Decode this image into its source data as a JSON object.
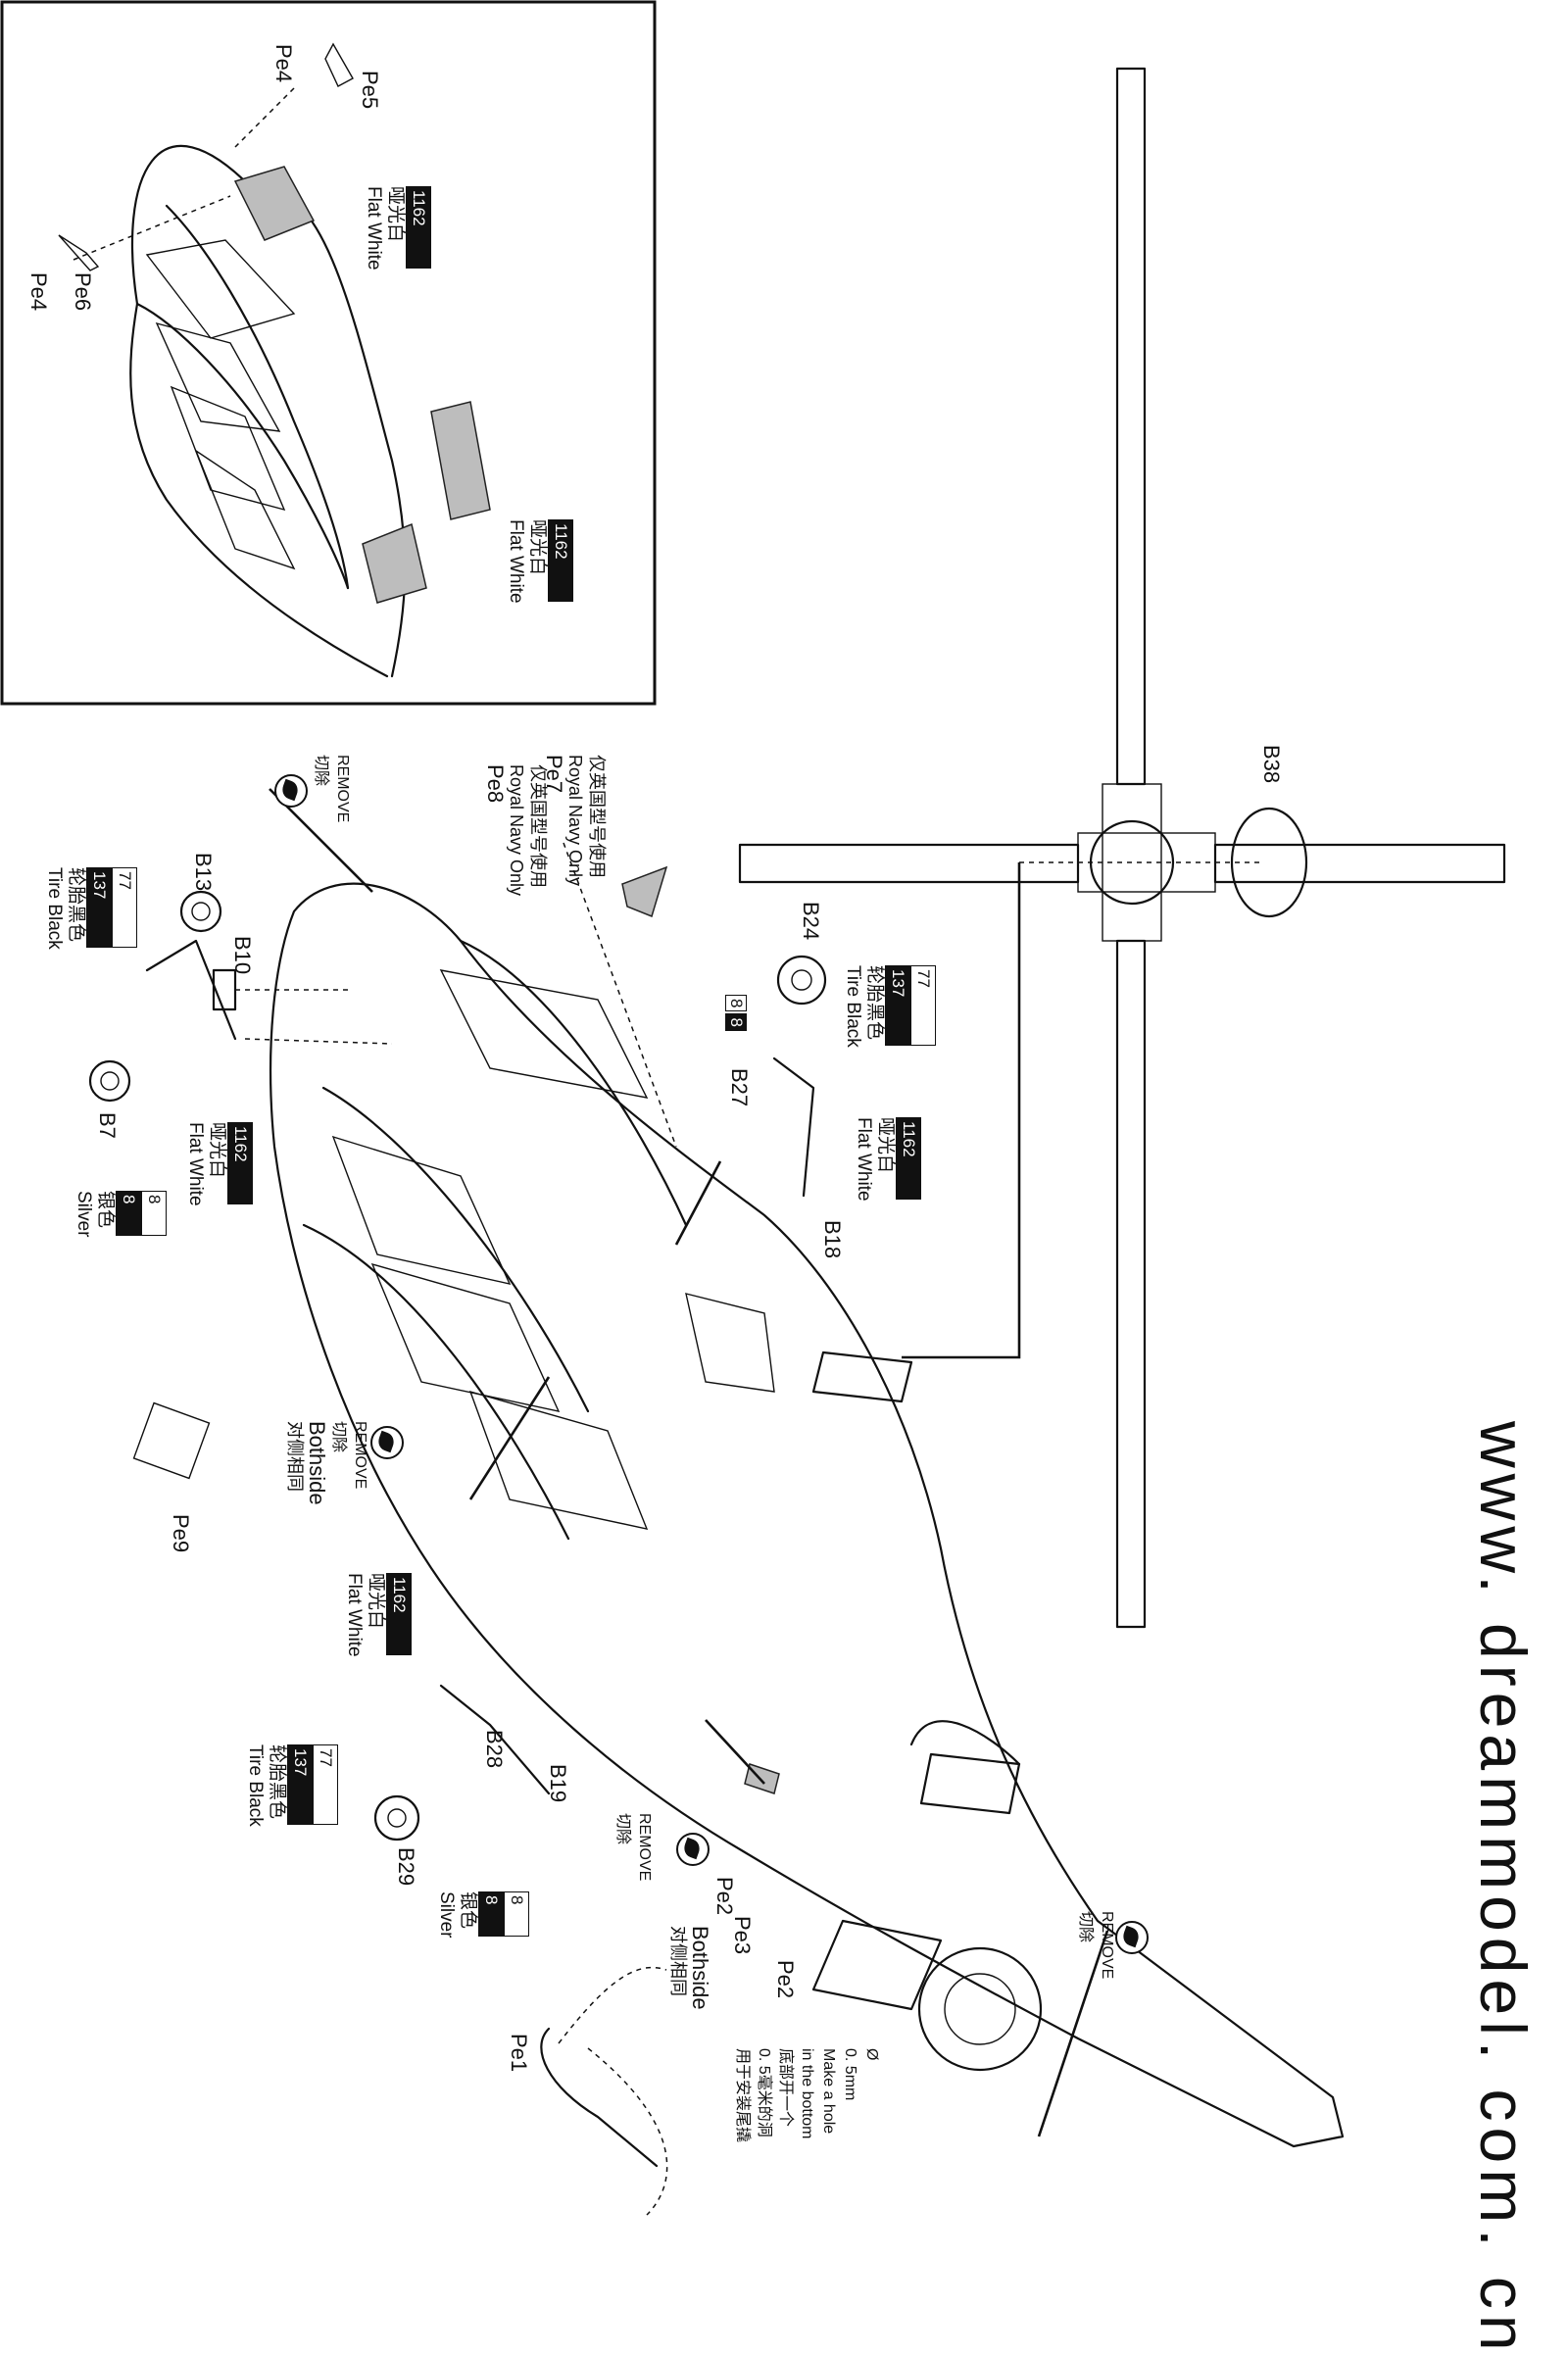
{
  "website": "www. dreammodel. com. cn",
  "parts": {
    "pe1": "Pe1",
    "pe2": "Pe2",
    "pe3": "Pe3",
    "pe4": "Pe4",
    "pe5": "Pe5",
    "pe6": "Pe6",
    "pe7": "Pe7",
    "pe8": "Pe8",
    "pe9": "Pe9",
    "b7": "B7",
    "b10": "B10",
    "b13": "B13",
    "b18": "B18",
    "b19": "B19",
    "b24": "B24",
    "b27": "B27",
    "b28": "B28",
    "b29": "B29",
    "b38": "B38"
  },
  "paints": {
    "flat_white": {
      "code": "1162",
      "cn": "哑光白",
      "en": "Flat White"
    },
    "tire_black": {
      "code_a": "77",
      "code_b": "137",
      "cn": "轮胎黑色",
      "en": "Tire Black"
    },
    "silver": {
      "code_a": "8",
      "code_b": "8",
      "cn": "银色",
      "en": "Silver"
    }
  },
  "notes": {
    "remove_en": "REMOVE",
    "remove_cn": "切除",
    "bothside_en": "Bothside",
    "bothside_cn": "对侧相同",
    "royal_navy_cn": "仅英国型号使用",
    "royal_navy_en": "Royal Navy Only",
    "hole_size": "0. 5mm",
    "hole_en_1": "Make a hole",
    "hole_en_2": "in the bottom",
    "hole_cn_1": "底部开一个",
    "hole_cn_2": "0. 5毫米的洞",
    "hole_cn_3": "用于安装尾撬"
  },
  "icons": [
    "remove-icon",
    "diameter-icon",
    "rotor-hub-icon"
  ]
}
